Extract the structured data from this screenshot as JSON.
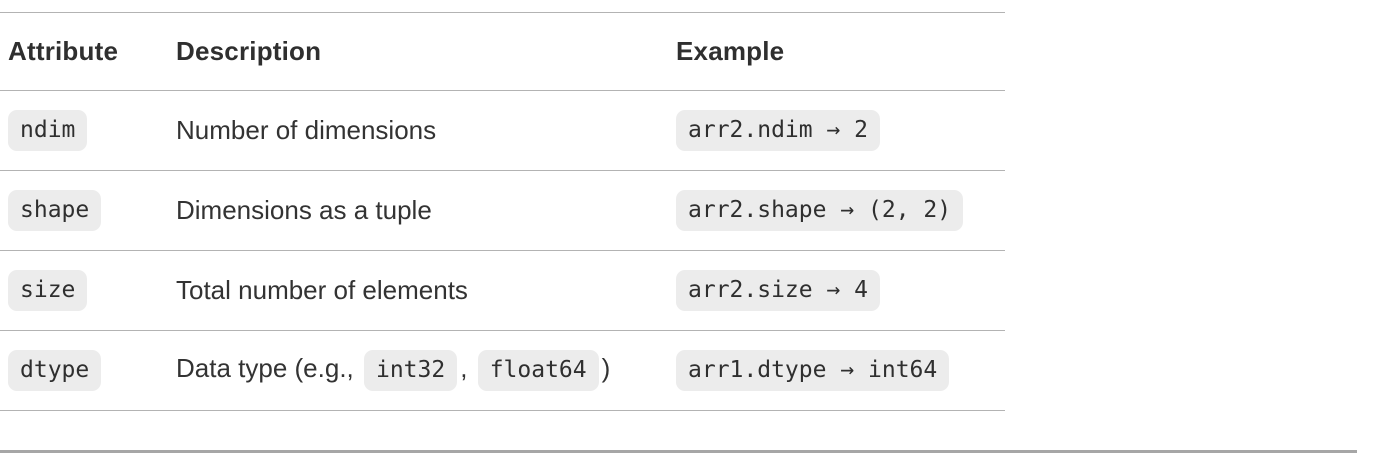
{
  "colors": {
    "page_bg": "#ffffff",
    "text": "#333333",
    "header_text": "#2f2f2f",
    "code_text": "#2f2f2f",
    "pill_bg": "#ececec",
    "row_line": "#b3b3b3",
    "bottom_rule": "#a6a6a6"
  },
  "table": {
    "columns": [
      {
        "label": "Attribute"
      },
      {
        "label": "Description"
      },
      {
        "label": "Example"
      }
    ],
    "rows": [
      {
        "attribute": "ndim",
        "description": [
          {
            "type": "text",
            "value": "Number of dimensions"
          }
        ],
        "example": "arr2.ndim → 2"
      },
      {
        "attribute": "shape",
        "description": [
          {
            "type": "text",
            "value": "Dimensions as a tuple"
          }
        ],
        "example": "arr2.shape → (2, 2)"
      },
      {
        "attribute": "size",
        "description": [
          {
            "type": "text",
            "value": "Total number of elements"
          }
        ],
        "example": "arr2.size → 4"
      },
      {
        "attribute": "dtype",
        "description": [
          {
            "type": "text",
            "value": "Data type (e.g., "
          },
          {
            "type": "code",
            "value": "int32"
          },
          {
            "type": "text",
            "value": ", "
          },
          {
            "type": "code",
            "value": "float64"
          },
          {
            "type": "text",
            "value": ")"
          }
        ],
        "example": "arr1.dtype → int64"
      }
    ]
  }
}
